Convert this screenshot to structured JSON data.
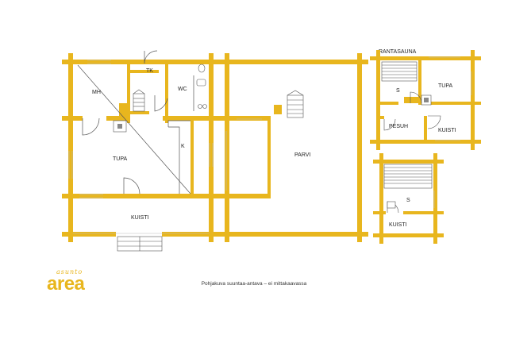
{
  "plan": {
    "main_house": {
      "rooms": {
        "mh": "MH",
        "tk": "TK",
        "wc": "WC",
        "k": "K",
        "tupa": "TUPA",
        "kuisti": "KUISTI"
      }
    },
    "loft": {
      "rooms": {
        "parvi": "PARVI"
      }
    },
    "rantasauna": {
      "title": "RANTASAUNA",
      "rooms": {
        "s": "S",
        "tupa": "TUPA",
        "pesuh": "PESUH",
        "kuisti": "KUISTI"
      }
    },
    "sauna2": {
      "rooms": {
        "s": "S",
        "kuisti": "KUISTI"
      }
    }
  },
  "caption": "Pohjakuva suuntaa-antava – ei mittakaavassa",
  "logo": {
    "small": "asunto",
    "big": "area"
  },
  "colors": {
    "wall": "#E8B61E",
    "line": "#555555",
    "text": "#222222"
  }
}
